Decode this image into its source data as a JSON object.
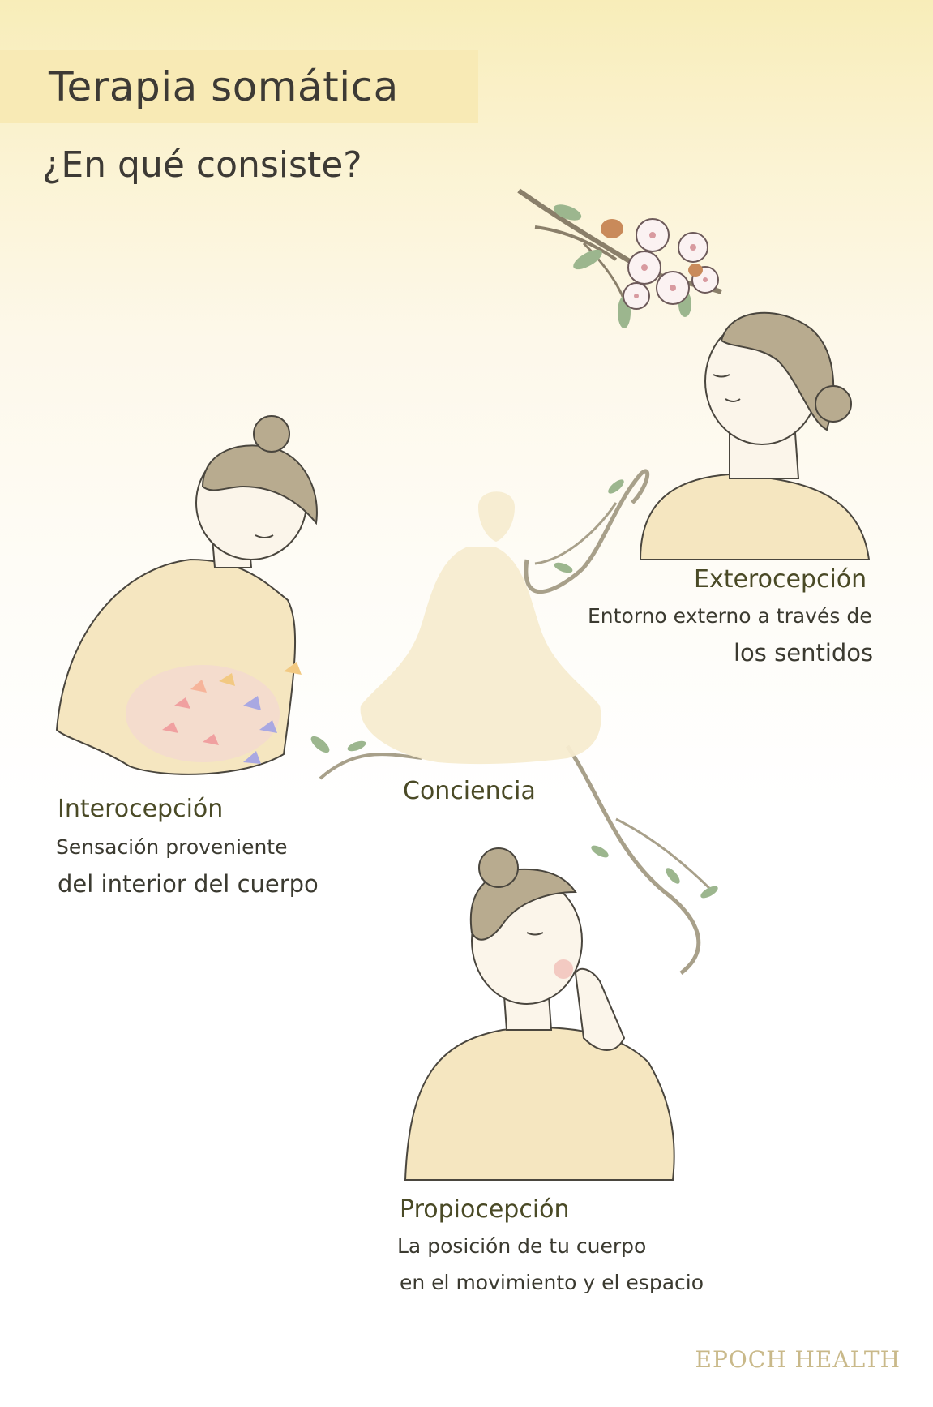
{
  "header": {
    "title": "Terapia somática",
    "subtitle": "¿En qué consiste?"
  },
  "center": {
    "label": "Conciencia"
  },
  "exteroception": {
    "title": "Exterocepción",
    "line1": "Entorno externo a través de",
    "line2": "los sentidos"
  },
  "interoception": {
    "title": "Interocepción",
    "line1": "Sensación proveniente",
    "line2": "del interior del cuerpo"
  },
  "proprioception": {
    "title": "Propiocepción",
    "line1": "La posición de tu cuerpo",
    "line2": "en el movimiento y el espacio"
  },
  "footer": {
    "brand": "EPOCH HEALTH"
  },
  "colors": {
    "sweater": "#f5e6c0",
    "hair": "#b8ab8f",
    "meditation_figure": "#f7ecd0",
    "branch": "#a8a08a",
    "leaf": "#9cb68e"
  }
}
